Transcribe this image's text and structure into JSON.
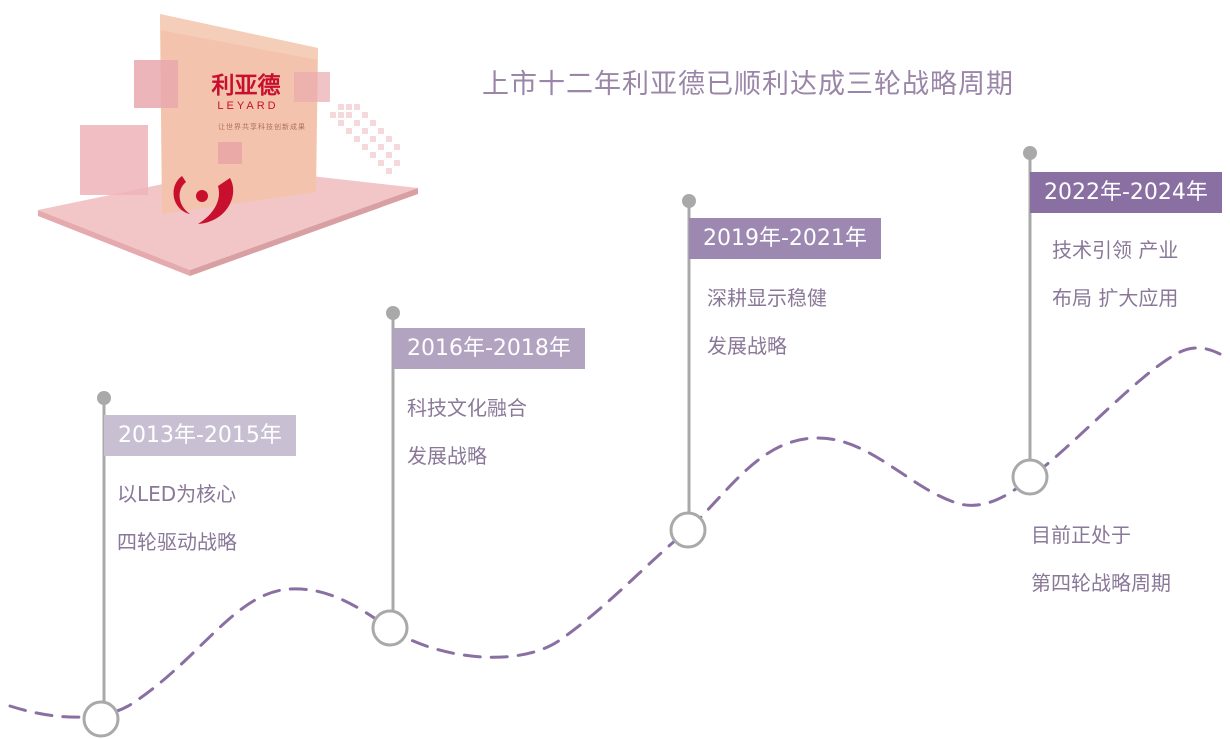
{
  "title": "上市十二年利亚德已顺利达成三轮战略周期",
  "logo": {
    "brand_cn": "利亚德",
    "brand_en": "LEYARD",
    "slogan": "让世界共享科技创新成果"
  },
  "periods": [
    {
      "years": "2013年-2015年",
      "line1": "以LED为核心",
      "line2": "四轮驱动战略",
      "color": "#c9bfd3"
    },
    {
      "years": "2016年-2018年",
      "line1": "科技文化融合",
      "line2": "发展战略",
      "color": "#b2a3c1"
    },
    {
      "years": "2019年-2021年",
      "line1": "深耕显示稳健",
      "line2": "发展战略",
      "color": "#9d88b2"
    },
    {
      "years": "2022年-2024年",
      "line1": "技术引领 产业",
      "line2": "布局 扩大应用",
      "color": "#8a6fa3"
    }
  ],
  "current_note": {
    "line1": "目前正处于",
    "line2": "第四轮战略周期"
  },
  "colors": {
    "title": "#9a86a8",
    "text": "#8a7898",
    "wave": "#8a6fa3",
    "pin": "#a9a9a9",
    "logo_red": "#c8102e"
  }
}
